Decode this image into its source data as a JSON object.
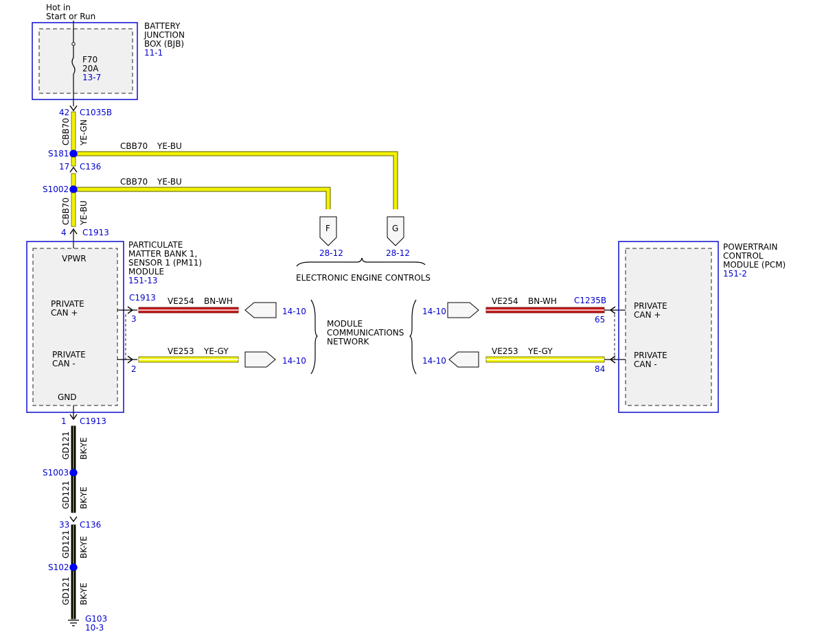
{
  "diagram": {
    "top_label": [
      "Hot in",
      "Start or Run"
    ],
    "bjb": {
      "name": [
        "BATTERY",
        "JUNCTION",
        "BOX (BJB)"
      ],
      "ref": "11-1",
      "fuse": {
        "name": "F70",
        "rating": "20A",
        "ref": "13-7"
      }
    },
    "connectors": {
      "c1035b": {
        "pin": "42",
        "name": "C1035B"
      },
      "c136_top": {
        "pin": "17",
        "name": "C136"
      },
      "c1913_top": {
        "pin": "4",
        "name": "C1913"
      },
      "c1913_bottom": {
        "pin": "1",
        "name": "C1913"
      },
      "c136_bottom": {
        "pin": "33",
        "name": "C136"
      }
    },
    "splices": {
      "s181": "S181",
      "s1002": "S1002",
      "s1003": "S1003",
      "s102": "S102"
    },
    "wires": {
      "w1": {
        "circuit": "CBB70",
        "color": "YE-GN"
      },
      "w_s181_branch": {
        "circuit": "CBB70",
        "color": "YE-BU"
      },
      "w_s1002_branch": {
        "circuit": "CBB70",
        "color": "YE-BU"
      },
      "w_vert_lower": {
        "circuit": "CBB70",
        "color": "YE-BU"
      },
      "gd1": {
        "circuit": "GD121",
        "color": "BK-YE"
      },
      "gd2": {
        "circuit": "GD121",
        "color": "BK-YE"
      },
      "gd3": {
        "circuit": "GD121",
        "color": "BK-YE"
      },
      "gd4": {
        "circuit": "GD121",
        "color": "BK-YE"
      },
      "ve254_left": {
        "circuit": "VE254",
        "color": "BN-WH"
      },
      "ve253_left": {
        "circuit": "VE253",
        "color": "YE-GY"
      },
      "ve254_right": {
        "circuit": "VE254",
        "color": "BN-WH"
      },
      "ve253_right": {
        "circuit": "VE253",
        "color": "YE-GY"
      }
    },
    "eec": {
      "plug_f": "F",
      "plug_g": "G",
      "ref_f": "28-12",
      "ref_g": "28-12",
      "label": "ELECTRONIC ENGINE CONTROLS"
    },
    "pm11": {
      "name": [
        "PARTICULATE",
        "MATTER BANK 1,",
        "SENSOR 1 (PM11)",
        "MODULE"
      ],
      "ref": "151-13",
      "vpwr": "VPWR",
      "can_plus": [
        "PRIVATE",
        "CAN +"
      ],
      "can_minus": [
        "PRIVATE",
        "CAN -"
      ],
      "gnd": "GND",
      "connector": "C1913",
      "pin_plus": "3",
      "pin_minus": "2"
    },
    "mcn": {
      "label": [
        "MODULE",
        "COMMUNICATIONS",
        "NETWORK"
      ],
      "ref_left_top": "14-10",
      "ref_left_bottom": "14-10",
      "ref_right_top": "14-10",
      "ref_right_bottom": "14-10"
    },
    "pcm": {
      "name": [
        "POWERTRAIN",
        "CONTROL",
        "MODULE (PCM)"
      ],
      "ref": "151-2",
      "can_plus": [
        "PRIVATE",
        "CAN +"
      ],
      "can_minus": [
        "PRIVATE",
        "CAN -"
      ],
      "connector": "C1235B",
      "pin_plus": "65",
      "pin_minus": "84"
    },
    "ground": {
      "name": "G103",
      "ref": "10-3"
    },
    "colors": {
      "yellow": "#f2f200",
      "brown_red": "#c21a1a",
      "white_stripe": "#ffffff",
      "olive": "#5b5b00",
      "ref_blue": "#0000cc",
      "box_blue": "#1a1ad0"
    }
  }
}
